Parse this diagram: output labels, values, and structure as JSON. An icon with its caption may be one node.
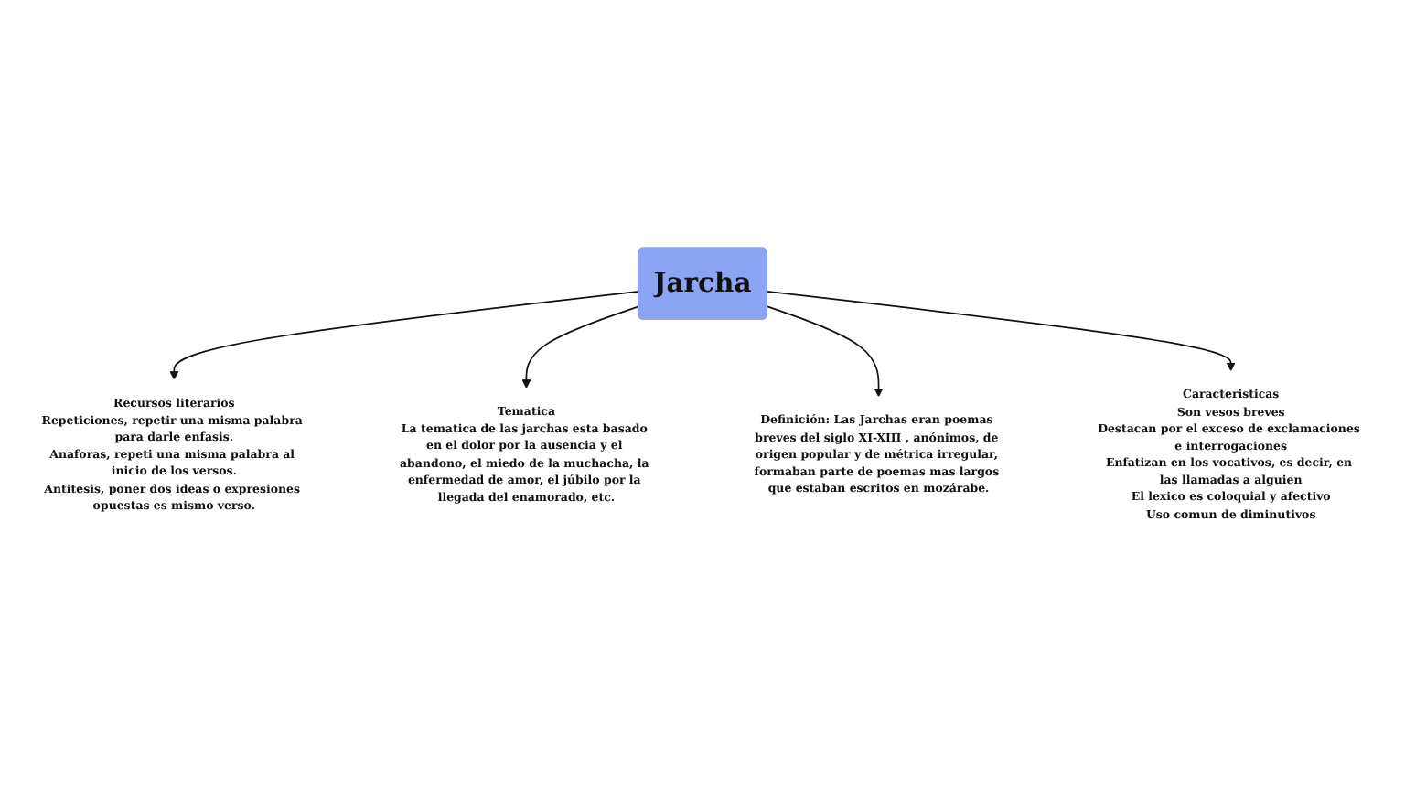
{
  "diagram": {
    "nodes": [
      {
        "text": [
          "Jarcha"
        ]
      },
      {
        "text": [
          "Recursos literarios",
          "Repeticiones, repetir una misma palabra para darle enfasis.",
          "Anaforas, repeti una misma palabra al inicio de los versos.",
          "Antitesis, poner dos ideas o expresiones opuestas es mismo verso."
        ]
      },
      {
        "text": [
          "Tematica",
          "La tematica de las jarchas esta basado en el dolor por la ausencia y el abandono, el miedo de la muchacha, la enfermedad de amor, el júbilo por la llegada del enamorado, etc."
        ]
      },
      {
        "text": [
          "Definición: Las Jarchas eran poemas breves del siglo XI-XIII , anónimos, de origen popular y de métrica irregular, formaban parte de poemas mas largos que estaban escritos en mozárabe."
        ]
      },
      {
        "text": [
          "Caracteristicas",
          "Son vesos breves",
          "Destacan por el exceso de exclamaciones e interrogaciones",
          "Enfatizan en los vocativos, es decir, en las llamadas a alguien",
          "El lexico es coloquial y afectivo",
          "Uso comun de diminutivos"
        ]
      }
    ],
    "edges": [
      {
        "from": 0,
        "to": 1,
        "arrow": "to"
      },
      {
        "from": 0,
        "to": 2,
        "arrow": "to"
      },
      {
        "from": 0,
        "to": 3,
        "arrow": "to"
      },
      {
        "from": 0,
        "to": 4,
        "arrow": "to"
      }
    ]
  }
}
